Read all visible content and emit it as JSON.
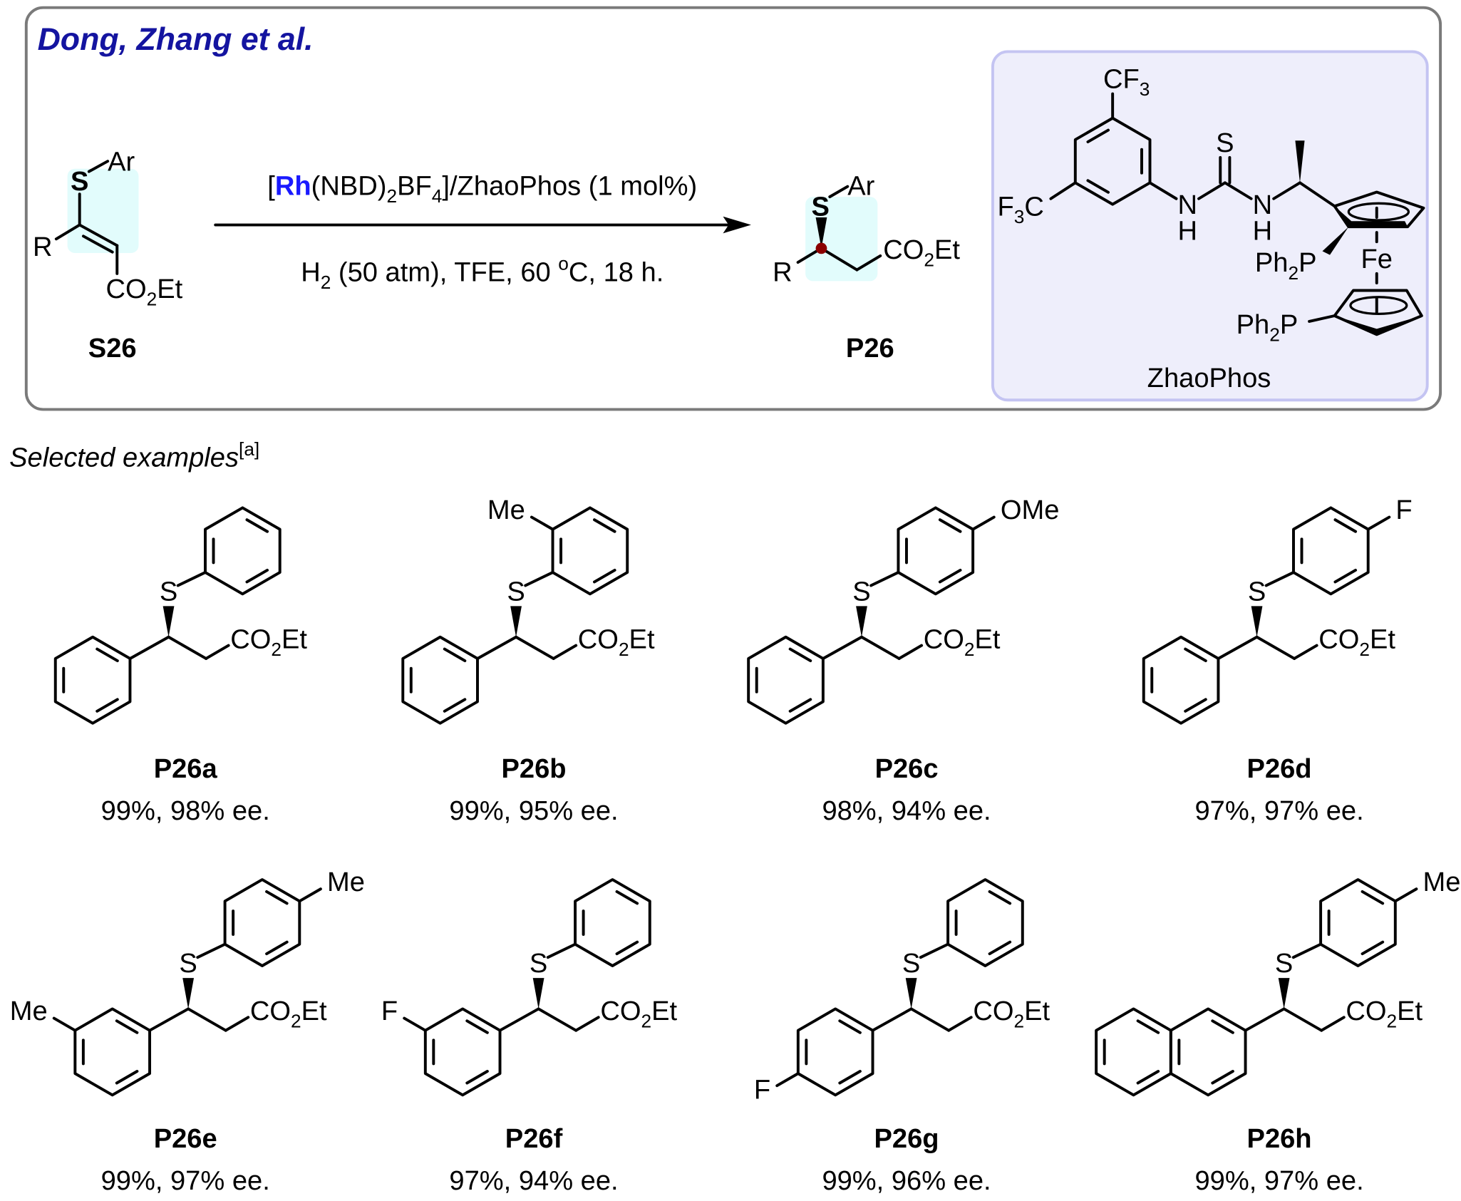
{
  "header": {
    "title": "Dong, Zhang et al."
  },
  "colors": {
    "title": "#1414a0",
    "sulfur": "#0a8a1a",
    "rh": "#1a1aff",
    "highlight": "#e2fcfc",
    "ligand_box_fill": "#eeeefb",
    "ligand_box_stroke": "#c4c4f2",
    "stereo_dot": "#8b0000"
  },
  "substrate": {
    "s": "S",
    "ar": "Ar",
    "r": "R",
    "co": "CO",
    "sub2": "2",
    "et": "Et",
    "label": "S26"
  },
  "product": {
    "s": "S",
    "ar": "Ar",
    "r": "R",
    "co": "CO",
    "sub2": "2",
    "et": "Et",
    "label": "P26"
  },
  "conditions": {
    "line1": {
      "open": "[",
      "rh": "Rh",
      "nbd": "(NBD)",
      "sub2": "2",
      "bf": "BF",
      "sub4": "4",
      "rest": "]/ZhaoPhos (1 mol%)"
    },
    "line2": {
      "h": "H",
      "sub2": "2",
      "mid": " (50 atm), TFE, 60 ",
      "deg": "o",
      "rest": "C, 18 h."
    }
  },
  "ligand": {
    "cf": "CF",
    "f": "F",
    "sub3": "3",
    "c": "C",
    "s": "S",
    "n": "N",
    "h": "H",
    "ph": "Ph",
    "sub2": "2",
    "p": "P",
    "fe": "Fe",
    "name": "ZhaoPhos"
  },
  "section": {
    "title": "Selected examples",
    "note": "[a]"
  },
  "common": {
    "s": "S",
    "co": "CO",
    "sub2": "2",
    "et": "Et"
  },
  "compounds": [
    {
      "name": "P26a",
      "result": "99%, 98% ee.",
      "upper_sub": null,
      "lower_sub": null,
      "lower_ring": "phenyl"
    },
    {
      "name": "P26b",
      "result": "99%, 95% ee.",
      "upper_sub": {
        "label": "Me",
        "position": "ortho"
      },
      "lower_sub": null,
      "lower_ring": "phenyl"
    },
    {
      "name": "P26c",
      "result": "98%, 94% ee.",
      "upper_sub": {
        "label": "OMe",
        "position": "para"
      },
      "lower_sub": null,
      "lower_ring": "phenyl"
    },
    {
      "name": "P26d",
      "result": "97%, 97% ee.",
      "upper_sub": {
        "label": "F",
        "position": "para"
      },
      "lower_sub": null,
      "lower_ring": "phenyl"
    },
    {
      "name": "P26e",
      "result": "99%, 97% ee.",
      "upper_sub": {
        "label": "Me",
        "position": "para"
      },
      "lower_sub": {
        "label": "Me",
        "position": "meta"
      },
      "lower_ring": "phenyl"
    },
    {
      "name": "P26f",
      "result": "97%, 94% ee.",
      "upper_sub": null,
      "lower_sub": {
        "label": "F",
        "position": "meta"
      },
      "lower_ring": "phenyl"
    },
    {
      "name": "P26g",
      "result": "99%, 96% ee.",
      "upper_sub": null,
      "lower_sub": {
        "label": "F",
        "position": "para"
      },
      "lower_ring": "phenyl"
    },
    {
      "name": "P26h",
      "result": "99%, 97% ee.",
      "upper_sub": {
        "label": "Me",
        "position": "para"
      },
      "lower_sub": null,
      "lower_ring": "2-naphthyl"
    }
  ]
}
